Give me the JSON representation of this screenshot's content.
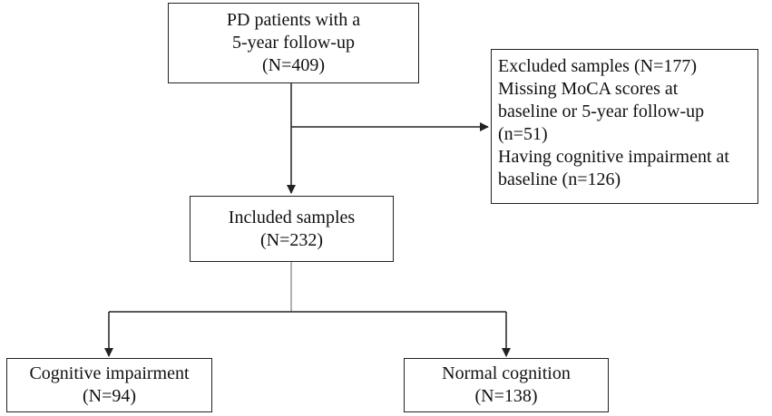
{
  "boxes": {
    "enrolled": {
      "lines": [
        "PD patients with a",
        "5-year follow-up",
        "(N=409)"
      ]
    },
    "excluded": {
      "lines": [
        "Excluded samples (N=177)",
        "Missing MoCA scores at",
        "baseline or 5-year follow-up",
        "(n=51)",
        "Having cognitive impairment at",
        "baseline (n=126)"
      ]
    },
    "included": {
      "lines": [
        "Included samples",
        "(N=232)"
      ]
    },
    "impairment": {
      "lines": [
        "Cognitive impairment",
        "(N=94)"
      ]
    },
    "normal": {
      "lines": [
        "Normal cognition",
        "(N=138)"
      ]
    }
  },
  "colors": {
    "line": "#222222",
    "stem": "#999999",
    "text": "#111111"
  }
}
